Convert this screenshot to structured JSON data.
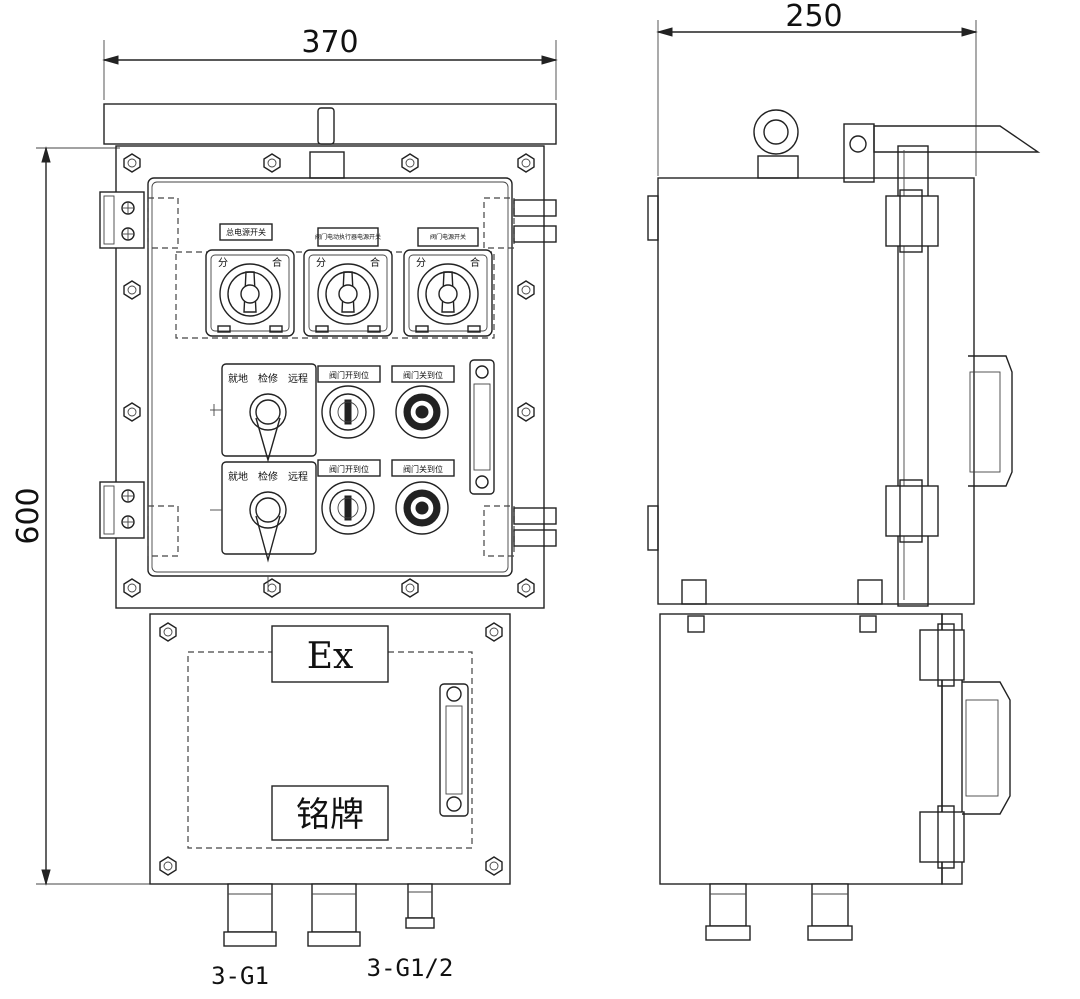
{
  "dimensions": {
    "front_width": "370",
    "side_width": "250",
    "height": "600"
  },
  "labels": {
    "main_switch": "总电源开关",
    "branch_switch_a": "阀门电动执行器电源开关",
    "branch_switch_b": "阀门电源开关",
    "knob_position_left": "分",
    "knob_position_right": "合",
    "selector_local": "就地",
    "selector_check": "检修",
    "selector_remote": "远程",
    "valve_open": "阀门开到位",
    "valve_close": "阀门关到位",
    "ex_mark": "Ex",
    "nameplate": "铭牌"
  },
  "cable_glands": {
    "large": "3-G1",
    "small": "3-G1/2"
  }
}
